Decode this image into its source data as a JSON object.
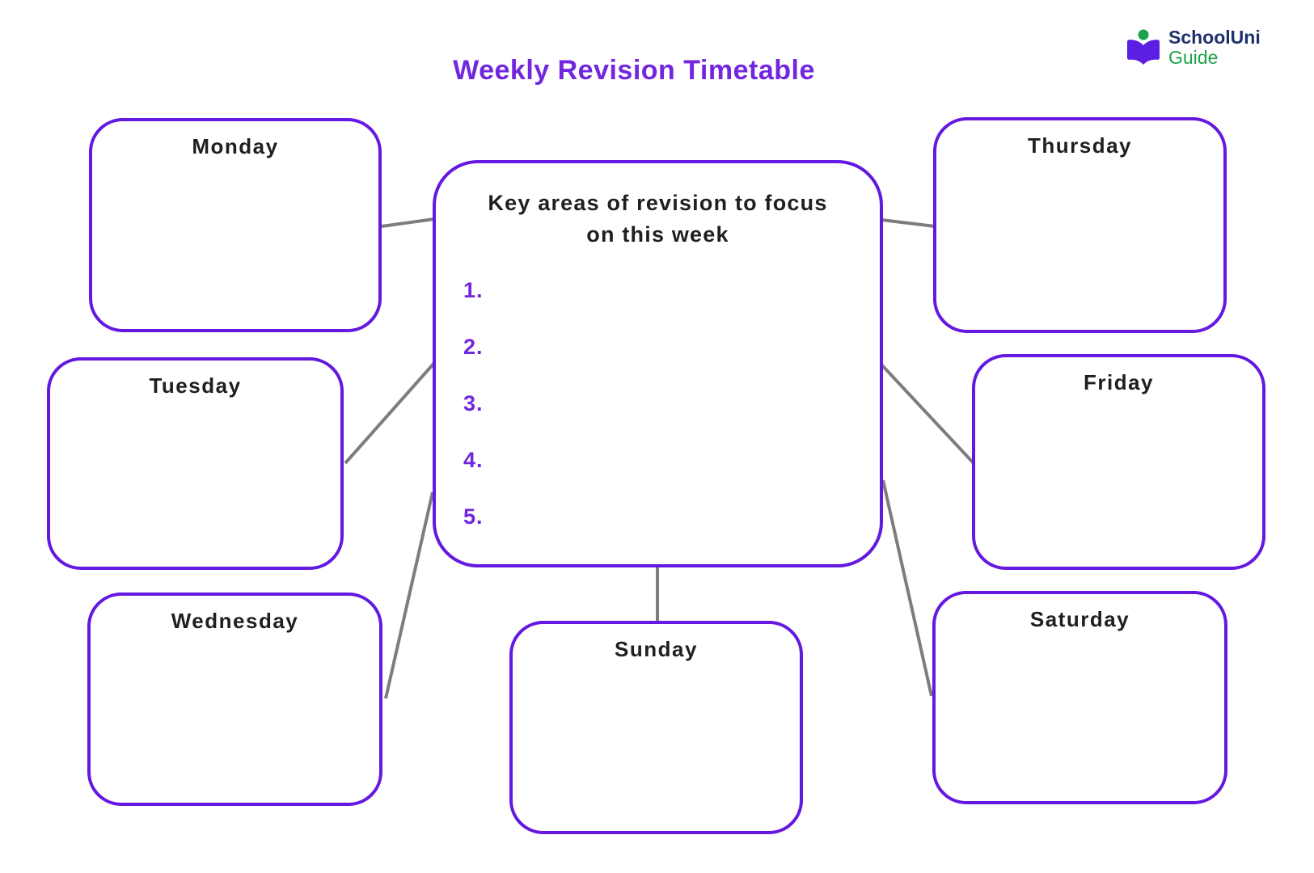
{
  "page": {
    "title": "Weekly Revision Timetable"
  },
  "logo": {
    "icon": "open-book-reader-icon",
    "line1": "SchoolUni",
    "line2": "Guide"
  },
  "center": {
    "heading": "Key areas of revision to focus on this week",
    "items": [
      "1.",
      "2.",
      "3.",
      "4.",
      "5."
    ]
  },
  "days": [
    {
      "label": "Monday"
    },
    {
      "label": "Tuesday"
    },
    {
      "label": "Wednesday"
    },
    {
      "label": "Thursday"
    },
    {
      "label": "Friday"
    },
    {
      "label": "Saturday"
    },
    {
      "label": "Sunday"
    }
  ],
  "colors": {
    "accent_purple": "#6418e0",
    "title_purple": "#7226e0",
    "text_dark": "#1f1f1f",
    "connector_gray": "#7d7d7d",
    "logo_navy": "#1e2f6e",
    "logo_green": "#1ca24a",
    "icon_purple": "#5b1fe3"
  }
}
